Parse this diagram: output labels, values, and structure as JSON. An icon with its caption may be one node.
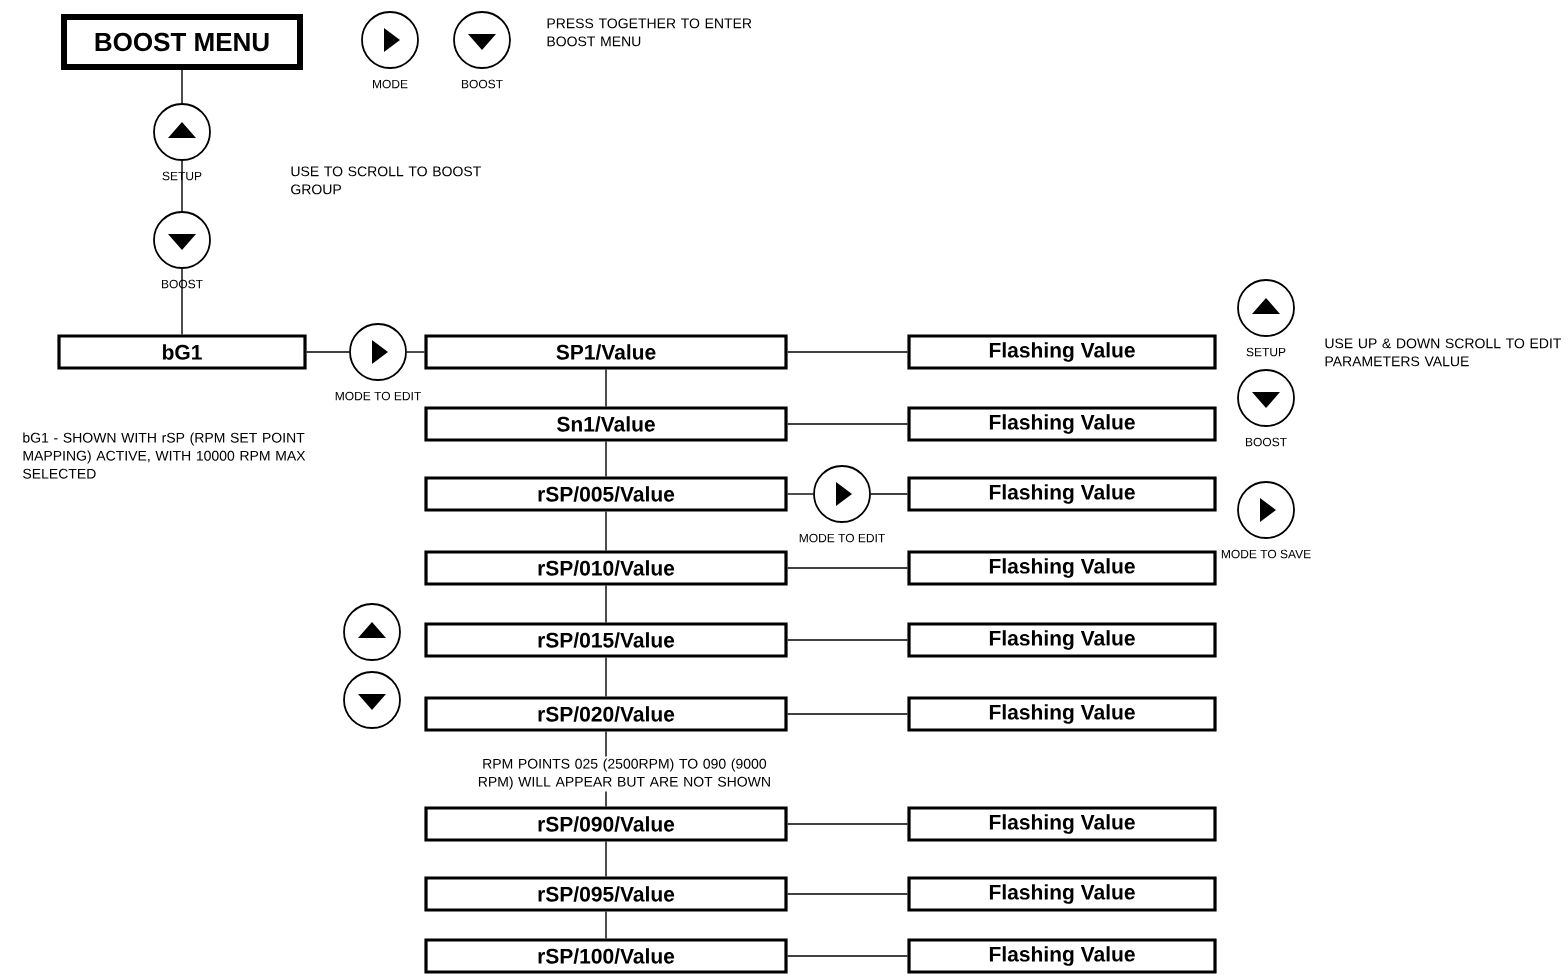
{
  "diagram": {
    "nodes": [
      {
        "text": [
          "BOOST MENU"
        ]
      },
      {
        "text": [],
        "shape": "circle",
        "beside": [
          "MODE"
        ]
      },
      {
        "text": [],
        "shape": "circle",
        "beside": [
          "BOOST"
        ]
      },
      {
        "text": [],
        "shape": "circle",
        "beside": [
          "SETUP"
        ]
      },
      {
        "text": [],
        "shape": "circle",
        "beside": [
          "BOOST"
        ]
      },
      {
        "text": [
          "bG1"
        ]
      },
      {
        "text": [],
        "shape": "circle",
        "beside": [
          "MODE TO EDIT"
        ]
      },
      {
        "text": [
          "SP1/Value"
        ]
      },
      {
        "text": [
          "Flashing Value"
        ]
      },
      {
        "text": [],
        "shape": "circle",
        "beside": [
          "SETUP"
        ]
      },
      {
        "text": [
          "Sn1/Value"
        ]
      },
      {
        "text": [
          "Flashing Value"
        ]
      },
      {
        "text": [],
        "shape": "circle",
        "beside": [
          "BOOST"
        ]
      },
      {
        "text": [
          "rSP/005/Value"
        ]
      },
      {
        "text": [],
        "shape": "circle",
        "beside": [
          "MODE TO EDIT"
        ]
      },
      {
        "text": [
          "Flashing Value"
        ]
      },
      {
        "text": [],
        "shape": "circle",
        "beside": [
          "MODE TO SAVE"
        ]
      },
      {
        "text": [
          "rSP/010/Value"
        ]
      },
      {
        "text": [
          "Flashing Value"
        ]
      },
      {
        "text": [],
        "shape": "circle"
      },
      {
        "text": [
          "rSP/015/Value"
        ]
      },
      {
        "text": [
          "Flashing Value"
        ]
      },
      {
        "text": [],
        "shape": "circle"
      },
      {
        "text": [
          "rSP/020/Value"
        ]
      },
      {
        "text": [
          "Flashing Value"
        ]
      },
      {
        "text": [
          "rSP/090/Value"
        ]
      },
      {
        "text": [
          "Flashing Value"
        ]
      },
      {
        "text": [
          "rSP/095/Value"
        ]
      },
      {
        "text": [
          "Flashing Value"
        ]
      },
      {
        "text": [
          "rSP/100/Value"
        ]
      },
      {
        "text": [
          "Flashing Value"
        ]
      }
    ],
    "edges": [
      {
        "from": 0,
        "to": 3,
        "arrow": "none"
      },
      {
        "from": 3,
        "to": 4,
        "arrow": "none"
      },
      {
        "from": 4,
        "to": 5,
        "arrow": "none"
      },
      {
        "from": 5,
        "to": 6,
        "arrow": "none"
      },
      {
        "from": 6,
        "to": 7,
        "arrow": "none"
      },
      {
        "from": 7,
        "to": 8,
        "arrow": "none"
      },
      {
        "from": 7,
        "to": 10,
        "arrow": "none"
      },
      {
        "from": 10,
        "to": 11,
        "arrow": "none"
      },
      {
        "from": 10,
        "to": 13,
        "arrow": "none"
      },
      {
        "from": 13,
        "to": 14,
        "arrow": "none"
      },
      {
        "from": 14,
        "to": 15,
        "arrow": "none"
      },
      {
        "from": 13,
        "to": 17,
        "arrow": "none"
      },
      {
        "from": 17,
        "to": 18,
        "arrow": "none"
      },
      {
        "from": 17,
        "to": 20,
        "arrow": "none"
      },
      {
        "from": 20,
        "to": 21,
        "arrow": "none"
      },
      {
        "from": 20,
        "to": 23,
        "arrow": "none"
      },
      {
        "from": 23,
        "to": 24,
        "arrow": "none"
      },
      {
        "from": 23,
        "to": 25,
        "arrow": "none"
      },
      {
        "from": 25,
        "to": 26,
        "arrow": "none"
      },
      {
        "from": 25,
        "to": 27,
        "arrow": "none"
      },
      {
        "from": 27,
        "to": 28,
        "arrow": "none"
      },
      {
        "from": 27,
        "to": 29,
        "arrow": "none"
      },
      {
        "from": 29,
        "to": 30,
        "arrow": "none"
      }
    ],
    "labels": [
      "PRESS TOGETHER TO ENTER BOOST MENU",
      "USE TO SCROLL TO BOOST GROUP",
      "USE UP & DOWN SCROLL TO EDIT PARAMETERS VALUE",
      "bG1 - SHOWN WITH rSP (RPM SET POINT MAPPING) ACTIVE, WITH 10000 RPM MAX SELECTED",
      "RPM POINTS 025 (2500RPM) TO 090 (9000 RPM) WILL APPEAR BUT ARE NOT SHOWN"
    ]
  }
}
